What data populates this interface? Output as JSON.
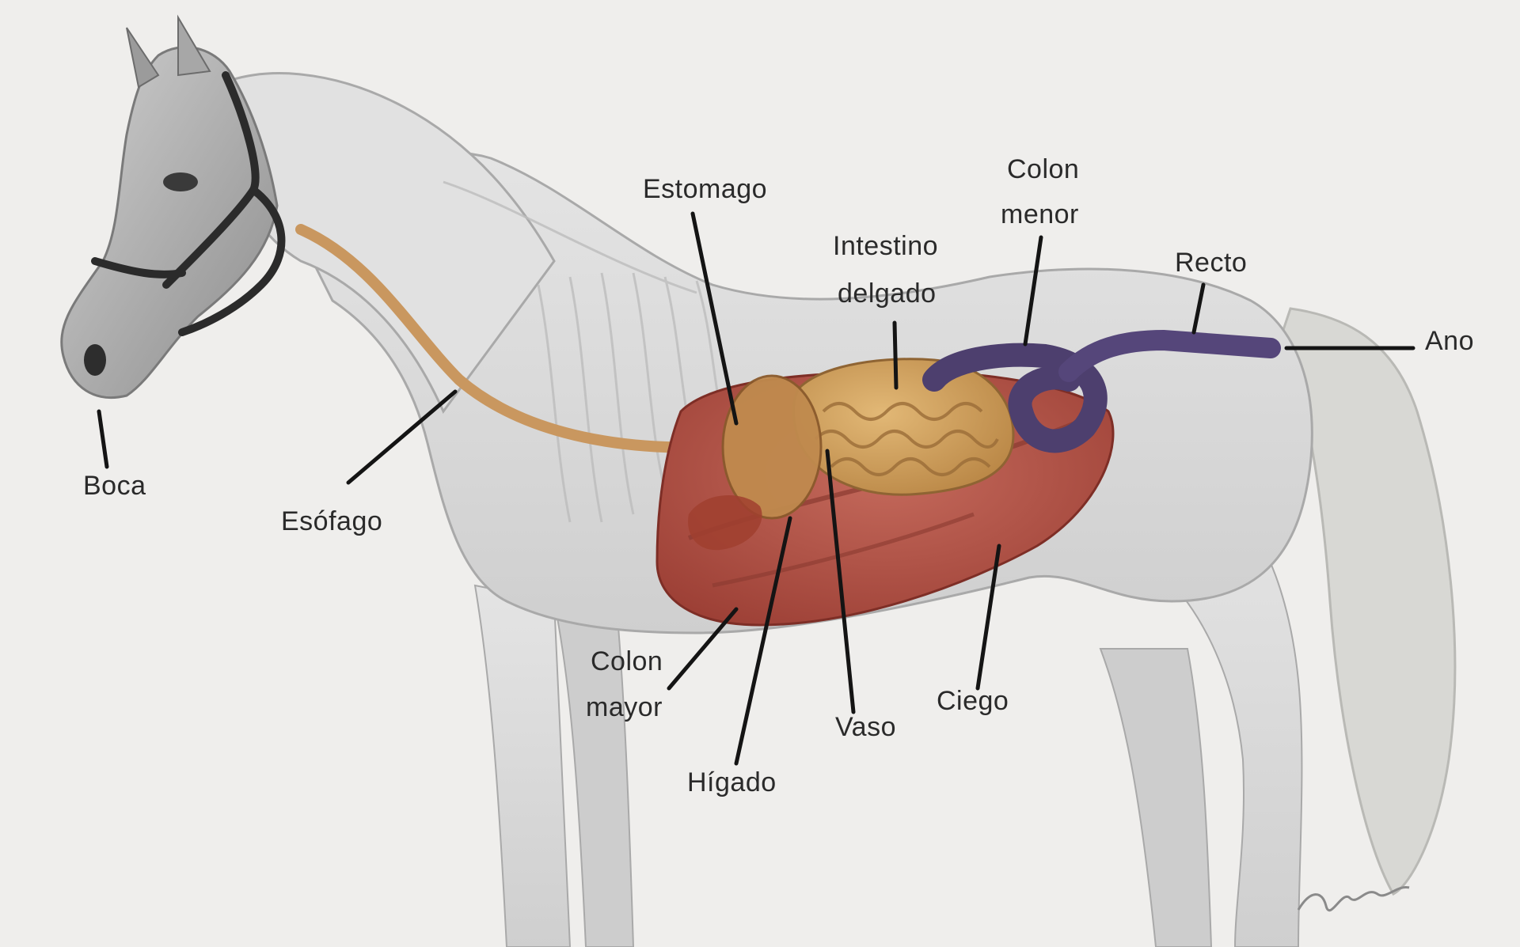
{
  "labels": {
    "boca": "Boca",
    "esofago": "Esófago",
    "estomago": "Estomago",
    "intestino_1": "Intestino",
    "intestino_2": "delgado",
    "colon_menor_1": "Colon",
    "colon_menor_2": "menor",
    "recto": "Recto",
    "ano": "Ano",
    "colon_mayor_1": "Colon",
    "colon_mayor_2": "mayor",
    "higado": "Hígado",
    "vaso": "Vaso",
    "ciego": "Ciego"
  },
  "colors": {
    "background": "#efeeec",
    "horse_body": "#dcdcdc",
    "esophagus": "#c9975f",
    "stomach": "#c08a4e",
    "small_intestine": "#d2a15e",
    "large_colon": "#b5574a",
    "small_colon": "#4d3f6e",
    "label_text": "#2a2a2a",
    "leader_line": "#141414"
  }
}
